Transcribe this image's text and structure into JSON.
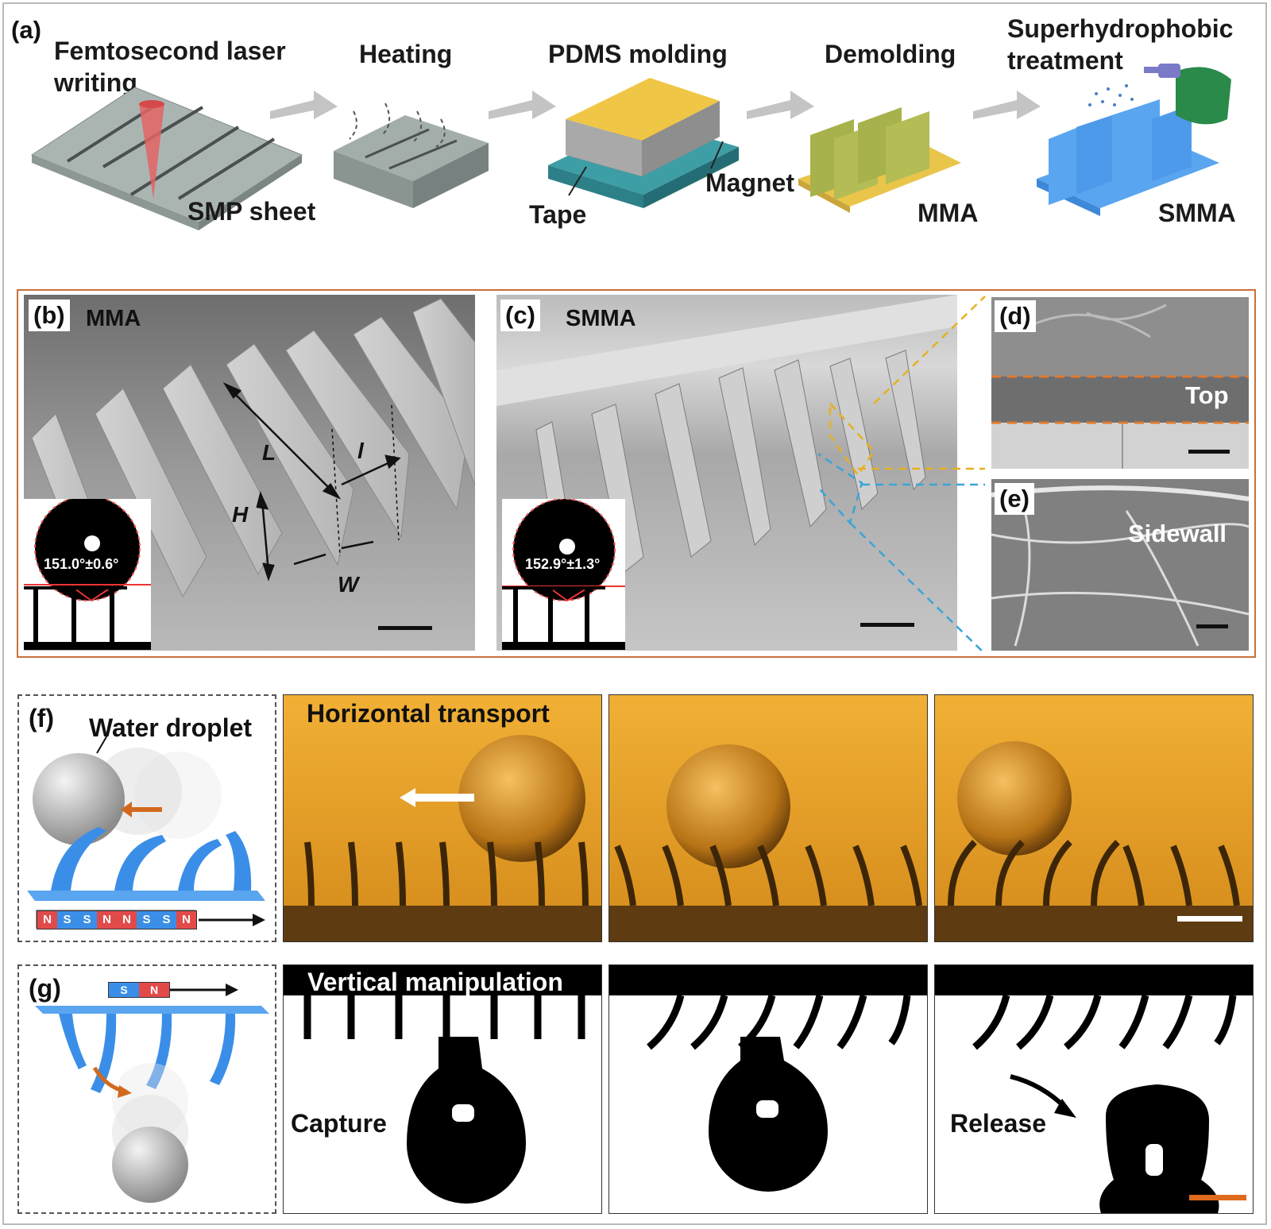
{
  "panel_a": {
    "tag": "(a)",
    "steps": [
      {
        "title": "Femtosecond laser\nwriting",
        "caption": "SMP sheet"
      },
      {
        "title": "Heating",
        "caption": ""
      },
      {
        "title": "PDMS molding",
        "caption": ""
      },
      {
        "title": "Demolding",
        "caption": "MMA"
      },
      {
        "title": "Superhydrophobic\ntreatment",
        "caption": "SMMA"
      }
    ],
    "labels": {
      "tape": "Tape",
      "magnet": "Magnet"
    }
  },
  "panel_b": {
    "tag": "(b)",
    "label": "MMA",
    "angle": "151.0°±0.6°",
    "dims": {
      "L": "L",
      "l": "l",
      "H": "H",
      "W": "W"
    }
  },
  "panel_c": {
    "tag": "(c)",
    "label": "SMMA",
    "angle": "152.9°±1.3°"
  },
  "panel_d": {
    "tag": "(d)",
    "label": "Top"
  },
  "panel_e": {
    "tag": "(e)",
    "label": "Sidewall"
  },
  "panel_f": {
    "tag": "(f)",
    "droplet_label": "Water droplet",
    "title": "Horizontal transport",
    "magnets": [
      "N",
      "S",
      "S",
      "N",
      "N",
      "S",
      "S",
      "N"
    ]
  },
  "panel_g": {
    "tag": "(g)",
    "title": "Vertical manipulation",
    "capture": "Capture",
    "release": "Release",
    "magnet": [
      "S",
      "N"
    ]
  },
  "colors": {
    "frame_orange": "#c8703a",
    "amber": "#e6a020",
    "blue": "#4a90e8",
    "orange_arrow": "#d2691e"
  }
}
